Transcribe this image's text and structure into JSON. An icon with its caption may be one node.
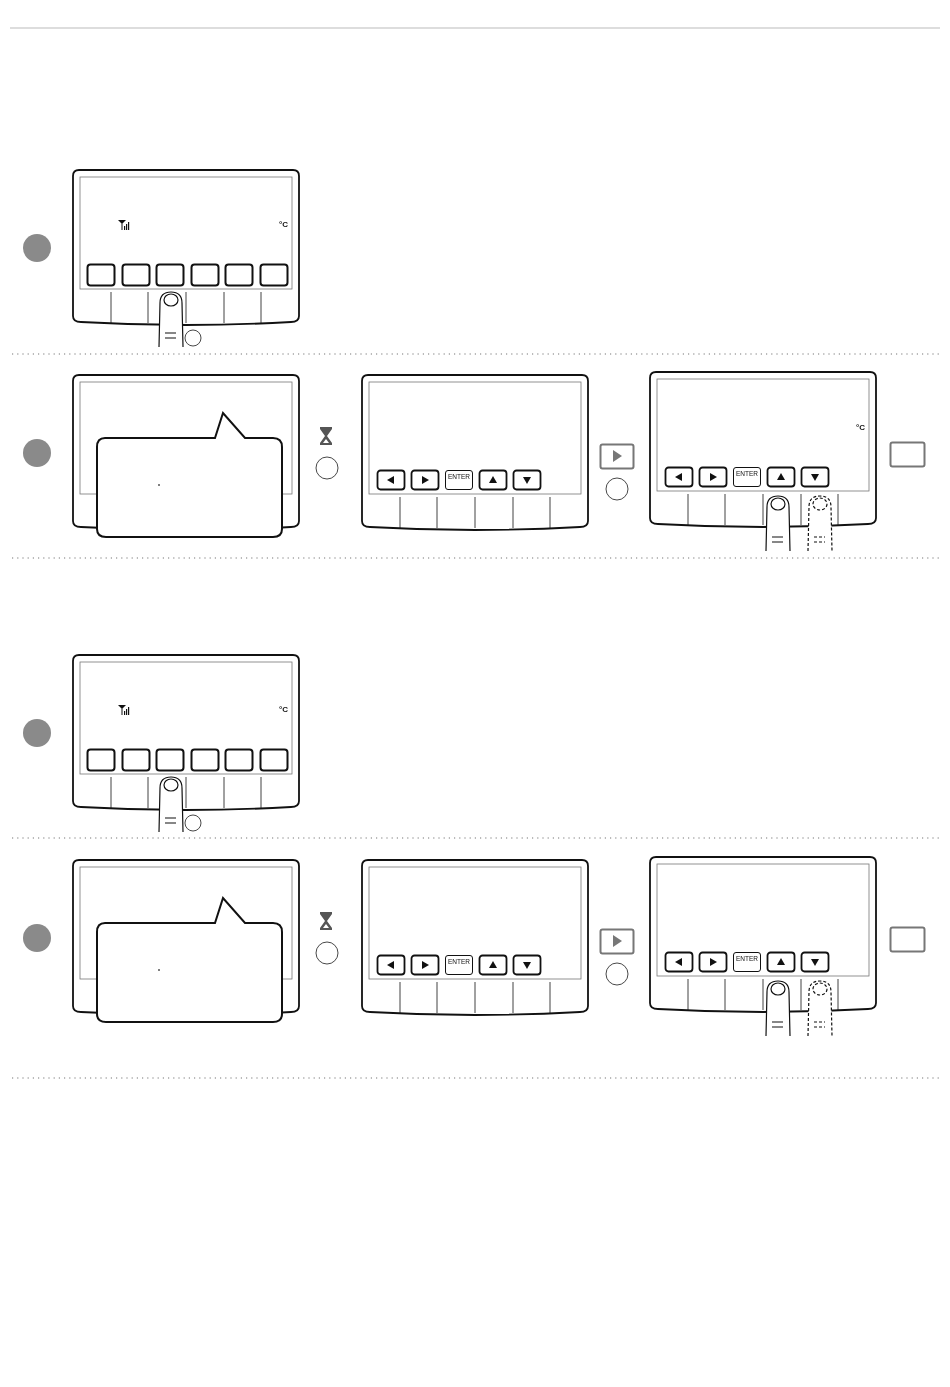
{
  "diagram": {
    "labels": [
      "°C",
      "ENTER",
      "ENTER",
      "°C",
      "°C",
      "ENTER",
      "ENTER"
    ]
  }
}
